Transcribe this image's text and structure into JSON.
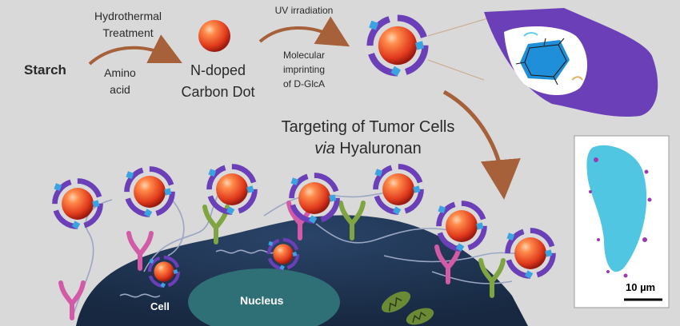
{
  "labels": {
    "starch": "Starch",
    "hydrothermal": "Hydrothermal",
    "treatment": "Treatment",
    "amino": "Amino",
    "acid": "acid",
    "ndoped": "N-doped",
    "carbon_dot": "Carbon Dot",
    "uv": "UV irradiation",
    "molecular": "Molecular",
    "imprinting": "imprinting",
    "of_dglca": "of D-GlcA",
    "targeting": "Targeting of Tumor Cells",
    "via": "via",
    "hyaluronan": " Hyaluronan",
    "cell": "Cell",
    "nucleus": "Nucleus",
    "scale": "10 µm"
  },
  "colors": {
    "background": "#d9d9d9",
    "dot_core": "#e8532a",
    "shell": "#6a3fb8",
    "receptor": "#62cbe8",
    "arrow": "#a6603a",
    "cell_body": "#1c3050",
    "nucleus": "#2f6f76",
    "receptor_green": "#7ea542",
    "receptor_pink": "#d25aa6"
  }
}
